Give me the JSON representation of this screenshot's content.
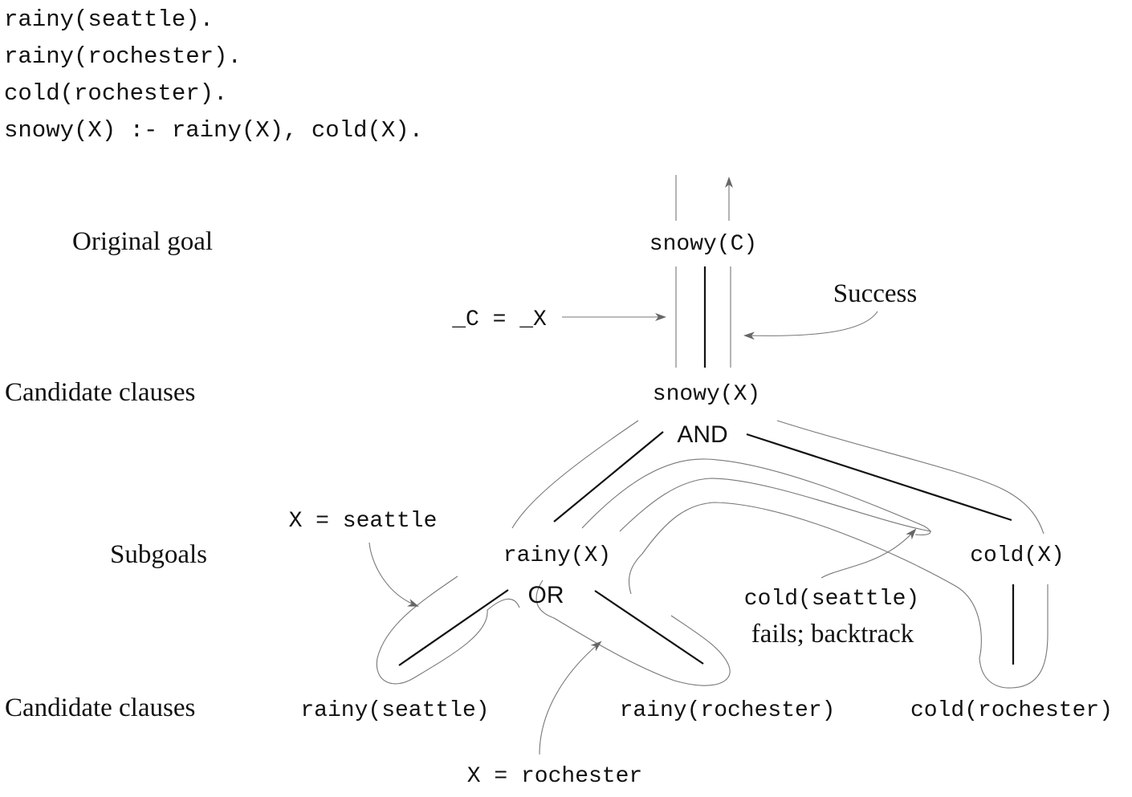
{
  "program": {
    "lines": [
      "rainy(seattle).",
      "rainy(rochester).",
      "cold(rochester).",
      "snowy(X) :- rainy(X), cold(X)."
    ]
  },
  "row_labels": {
    "original_goal": "Original goal",
    "candidate_clauses_1": "Candidate clauses",
    "subgoals": "Subgoals",
    "candidate_clauses_2": "Candidate clauses"
  },
  "nodes": {
    "goal": "snowy(C)",
    "rule_head": "snowy(X)",
    "and_connector": "AND",
    "subgoal_rainy": "rainy(X)",
    "or_connector": "OR",
    "subgoal_cold": "cold(X)",
    "clause_rainy_seattle": "rainy(seattle)",
    "clause_rainy_rochester": "rainy(rochester)",
    "clause_cold_rochester": "cold(rochester)"
  },
  "annotations": {
    "unify": "_C = _X",
    "success": "Success",
    "bind_seattle": "X = seattle",
    "fail_line1": "cold(seattle)",
    "fail_line2": "fails; backtrack",
    "bind_rochester": "X = rochester"
  }
}
